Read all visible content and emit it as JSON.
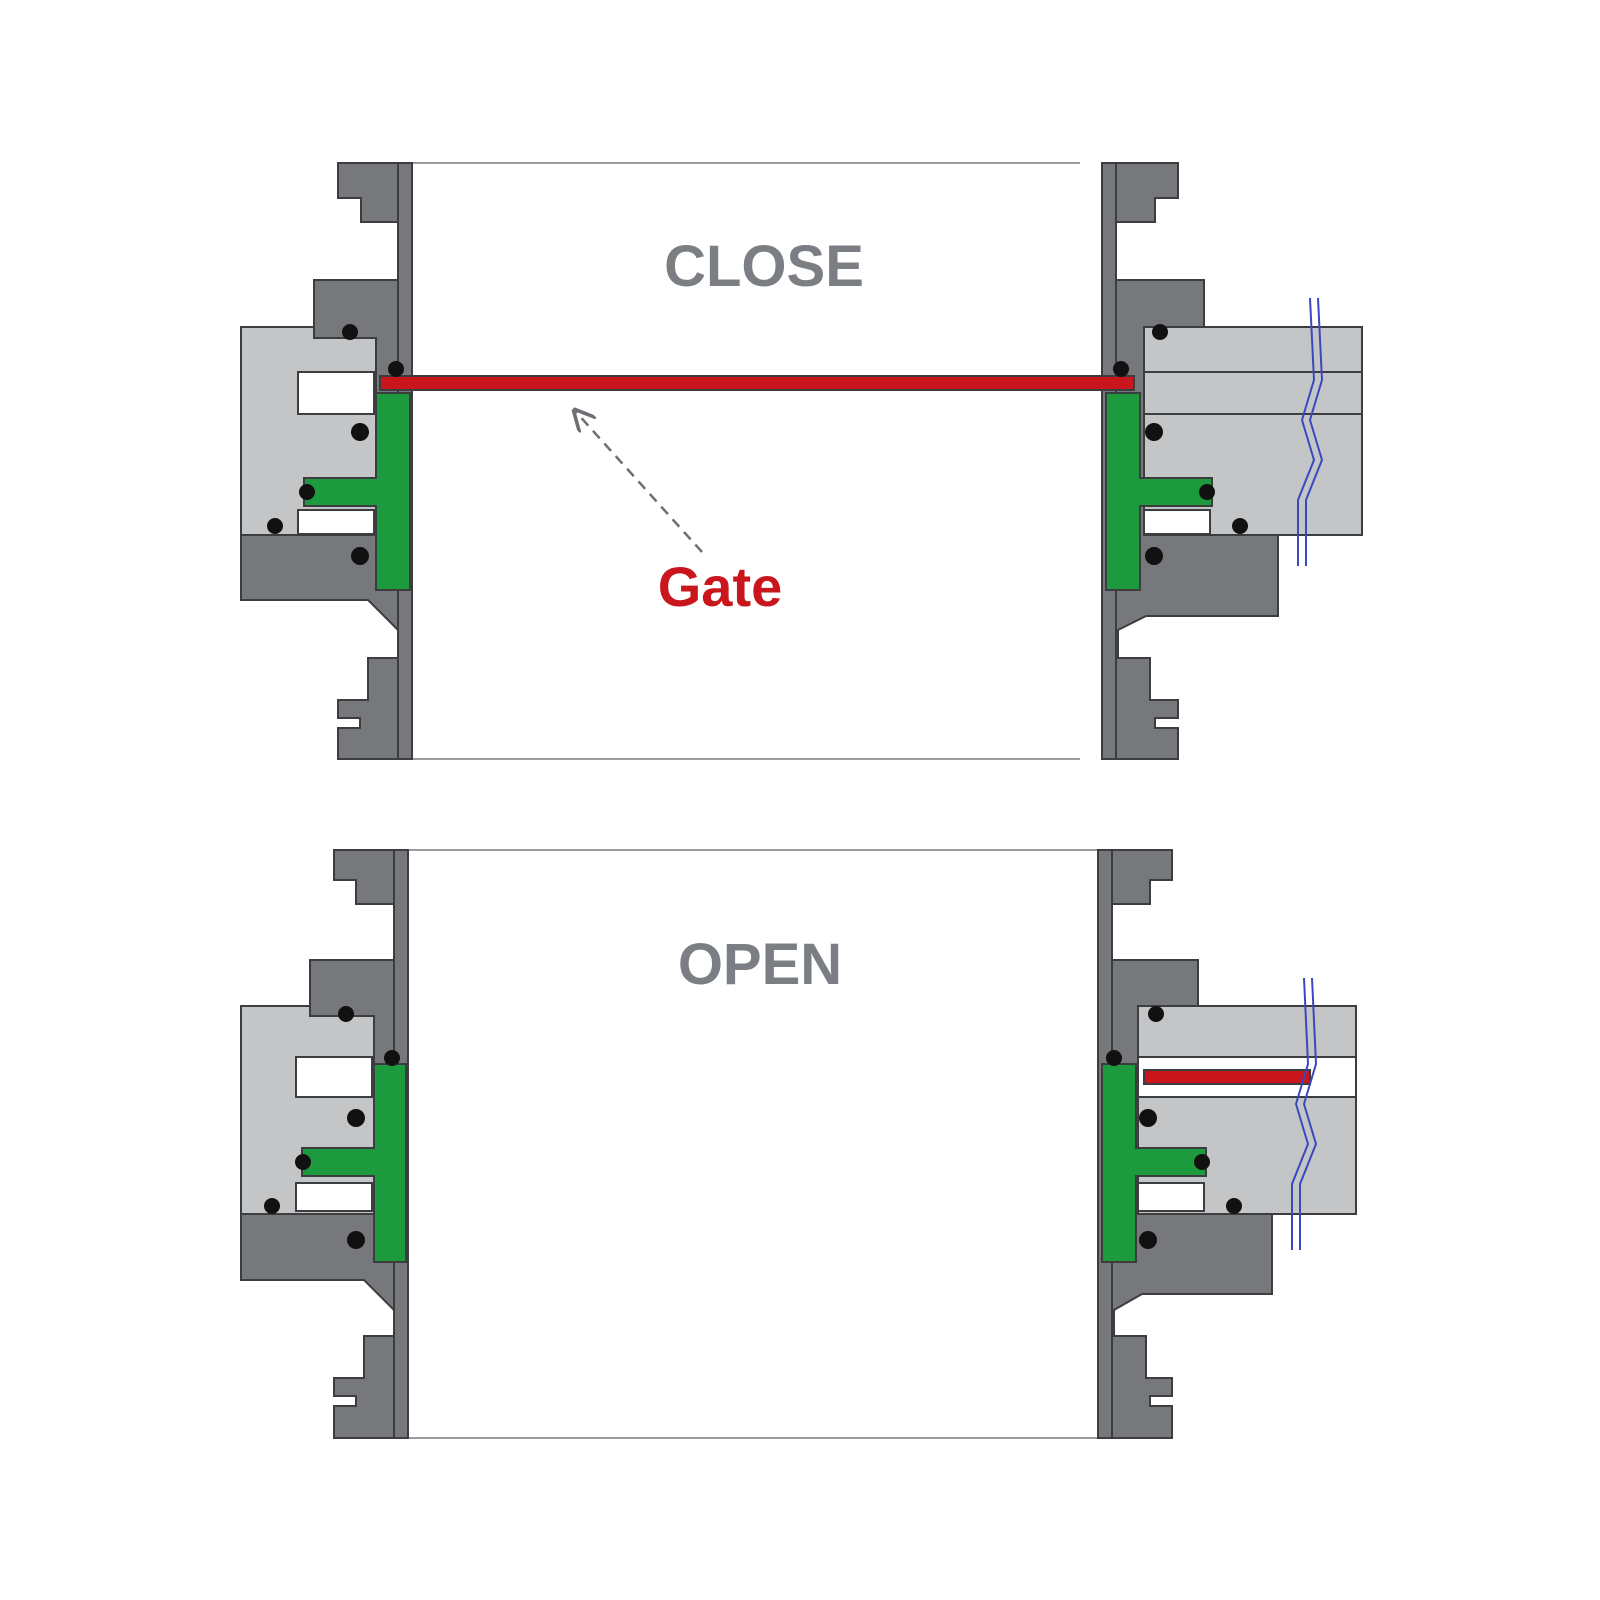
{
  "panels": [
    {
      "state_label": "CLOSE",
      "gate_position": "closed"
    },
    {
      "state_label": "OPEN",
      "gate_position": "open"
    }
  ],
  "gate_label": "Gate",
  "colors": {
    "flange_dark": "#76787b",
    "body_light": "#c4c5c7",
    "piston_green": "#1e9a3e",
    "gate_red": "#c8161c",
    "cable_blue": "#3a48c0",
    "seal_black": "#111111",
    "outline": "#3c3d3f",
    "label_gray": "#7b7f84"
  },
  "icons": [
    "o-ring-seal-icon",
    "cable-icon",
    "leader-arrow-icon"
  ]
}
